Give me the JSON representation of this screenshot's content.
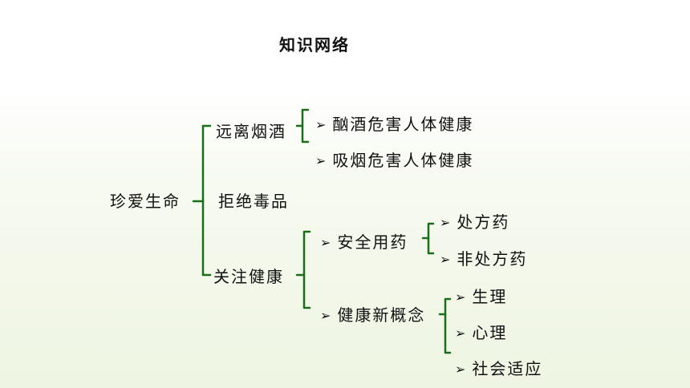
{
  "title": "知识网络",
  "root": "珍爱生命",
  "branches": {
    "b1": "远离烟酒",
    "b2": "拒绝毒品",
    "b3": "关注健康"
  },
  "alcohol_tobacco": {
    "item1": "酗酒危害人体健康",
    "item2": "吸烟危害人体健康"
  },
  "health": {
    "safe_med": "安全用药",
    "new_concept": "健康新概念"
  },
  "safe_med_items": {
    "rx": "处方药",
    "otc": "非处方药"
  },
  "concept_items": {
    "physio": "生理",
    "psych": "心理",
    "social": "社会适应"
  },
  "arrow_glyph": "➢",
  "line_color": "#1a6e1a"
}
